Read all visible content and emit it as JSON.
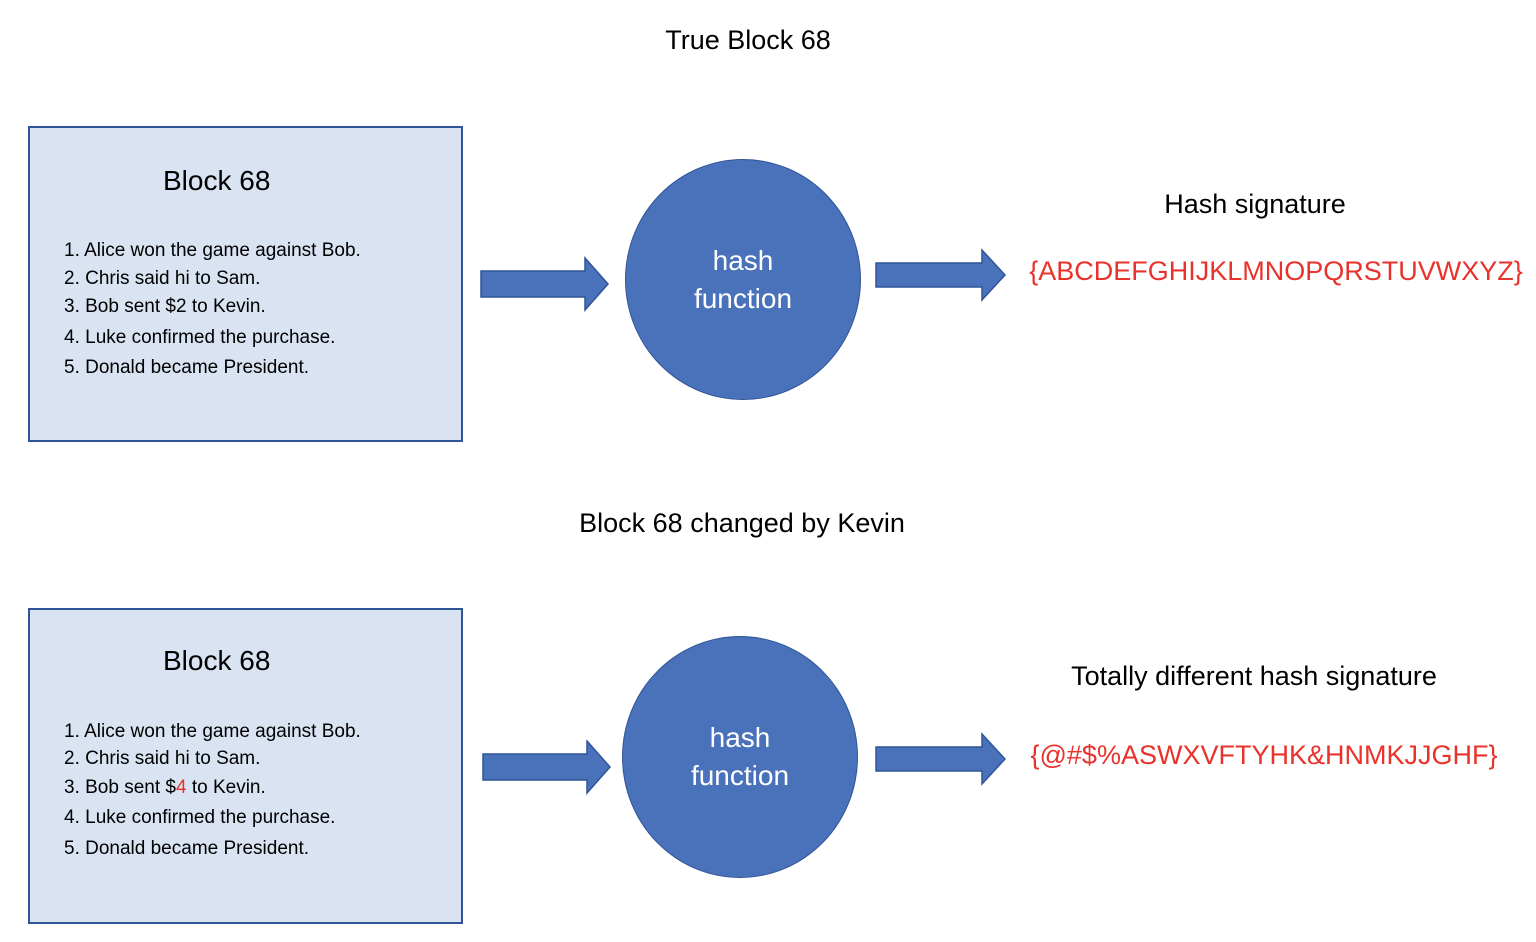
{
  "colors": {
    "block_fill": "#dae3f2",
    "block_border": "#2f5597",
    "shape_fill": "#4a72bb",
    "signature_red": "#e8322b"
  },
  "true_section": {
    "title": "True Block 68",
    "block": {
      "title": "Block 68",
      "transactions": [
        "1. Alice won the game against Bob.",
        "2. Chris said hi to Sam.",
        "3. Bob sent $2 to Kevin.",
        "4. Luke confirmed the purchase.",
        "5. Donald became President."
      ]
    },
    "hash_function": {
      "line1": "hash",
      "line2": "function"
    },
    "signature_label": "Hash signature",
    "signature_value": "{ABCDEFGHIJKLMNOPQRSTUVWXYZ}"
  },
  "changed_section": {
    "title": "Block 68 changed by Kevin",
    "block": {
      "title": "Block 68",
      "transactions": [
        "1. Alice won the game against Bob.",
        "2. Chris said hi to Sam.",
        {
          "prefix": "3. Bob sent $",
          "changed": "4",
          "suffix": " to Kevin."
        },
        "4. Luke confirmed the purchase.",
        "5. Donald became President."
      ]
    },
    "hash_function": {
      "line1": "hash",
      "line2": "function"
    },
    "signature_label": "Totally different hash signature",
    "signature_value": "{@#$%ASWXVFTYHK&HNMKJJGHF}"
  }
}
